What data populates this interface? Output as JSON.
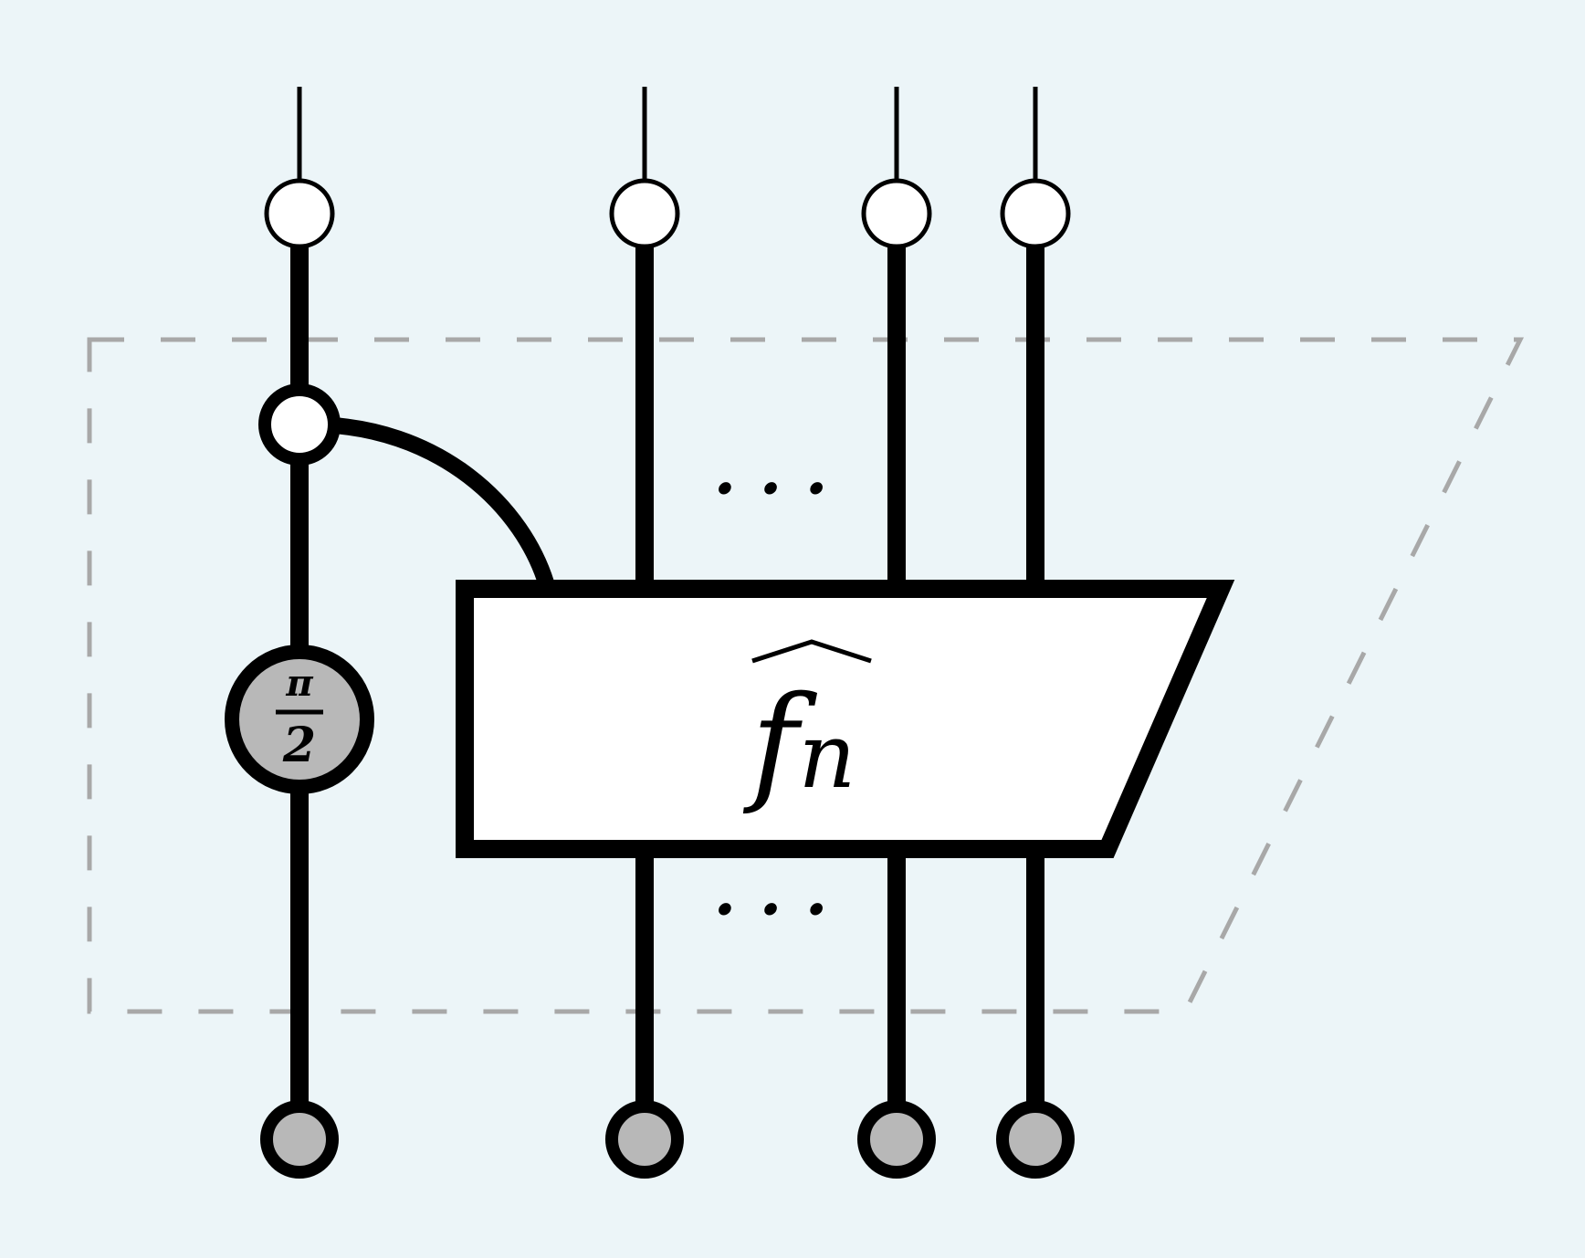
{
  "box": {
    "symbol": "f",
    "subscript": "n"
  },
  "phase": {
    "numerator": "π",
    "denominator": "2"
  },
  "ellipsis_top": "· · ·",
  "ellipsis_bottom": "· · ·",
  "colors": {
    "background": "#ecf5f8",
    "stroke": "#000000",
    "node_white": "#ffffff",
    "node_grey": "#b8b8b8",
    "dashed_region": "#a8a8a8"
  }
}
